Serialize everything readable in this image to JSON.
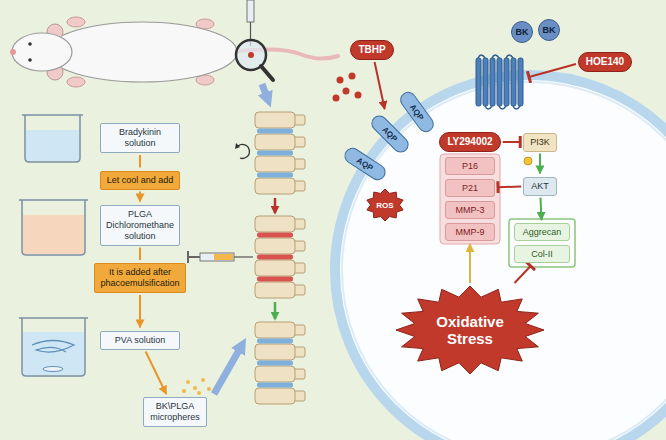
{
  "diagram": {
    "nodes": [
      {
        "text": [
          "Bradykinin solution"
        ]
      },
      {
        "text": [
          "Let cool and add"
        ]
      },
      {
        "text": [
          "PLGA Dichloromethane solution"
        ]
      },
      {
        "text": [
          "It is added after phacoemulsification"
        ]
      },
      {
        "text": [
          "PVA solution"
        ]
      },
      {
        "text": [
          "BK\\PLGA micropheres"
        ]
      },
      {
        "text": [
          "TBHP"
        ]
      },
      {
        "text": [
          "BK"
        ]
      },
      {
        "text": [
          "BK"
        ]
      },
      {
        "text": [
          "HOE140"
        ]
      },
      {
        "text": [
          "AQP"
        ]
      },
      {
        "text": [
          "AQP"
        ]
      },
      {
        "text": [
          "AQP"
        ]
      },
      {
        "text": [
          "LY294002"
        ]
      },
      {
        "text": [
          "PI3K"
        ]
      },
      {
        "text": [
          "P16"
        ]
      },
      {
        "text": [
          "AKT"
        ]
      },
      {
        "text": [
          "P21"
        ]
      },
      {
        "text": [
          "MMP-3"
        ]
      },
      {
        "text": [
          "ROS"
        ]
      },
      {
        "text": [
          "MMP-9"
        ]
      },
      {
        "text": [
          "Aggrecan"
        ]
      },
      {
        "text": [
          "Col-II"
        ]
      },
      {
        "text": [
          "Oxidative Stress"
        ]
      }
    ],
    "edges": [
      {
        "from": 0,
        "to": 1,
        "arrow": "none"
      },
      {
        "from": 1,
        "to": 2,
        "arrow": "to"
      },
      {
        "from": 2,
        "to": 3,
        "arrow": "none"
      },
      {
        "from": 3,
        "to": 4,
        "arrow": "to"
      },
      {
        "from": 4,
        "to": 5,
        "arrow": "to"
      },
      {
        "from": 6,
        "to": 11,
        "arrow": "to"
      },
      {
        "from": 13,
        "to": 14,
        "arrow": "to"
      },
      {
        "from": 14,
        "to": 16,
        "arrow": "to"
      },
      {
        "from": 16,
        "to": 21,
        "arrow": "to"
      },
      {
        "from": 16,
        "to": 17,
        "arrow": "to"
      },
      {
        "from": 23,
        "to": 20,
        "arrow": "to"
      },
      {
        "from": 23,
        "to": 22,
        "arrow": "to"
      }
    ]
  }
}
